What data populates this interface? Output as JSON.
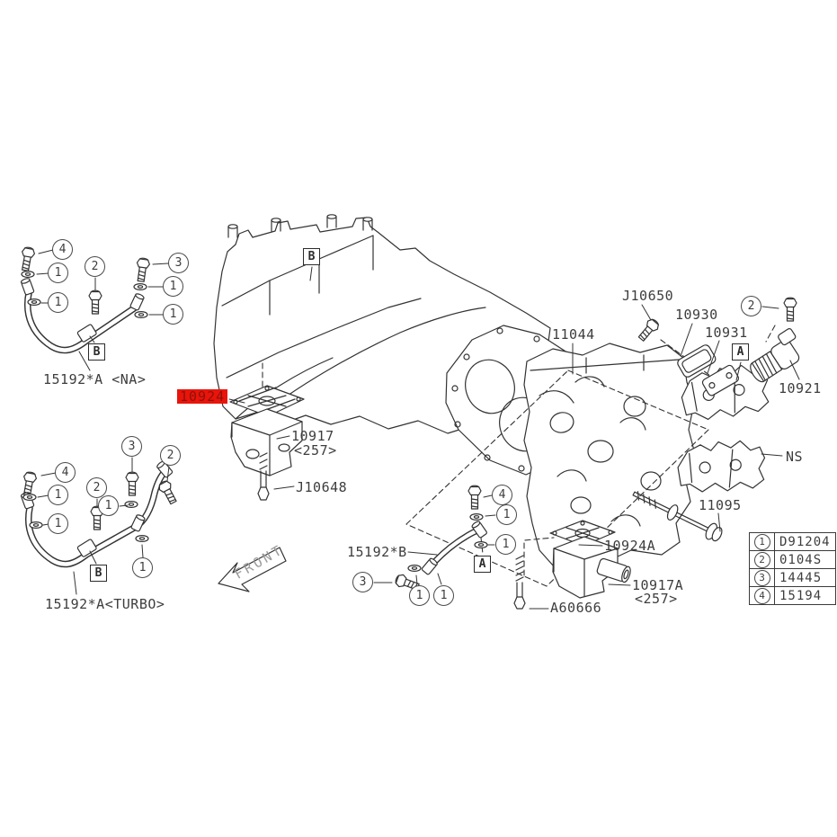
{
  "colors": {
    "line": "#333333",
    "label_text": "#3d3d3d",
    "highlight_bg": "#e9140b",
    "highlight_text": "#8c1309"
  },
  "parts": {
    "p15192a_na": "15192*A <NA>",
    "p15192a_turbo": "15192*A<TURBO>",
    "p10924": "10924",
    "p10917": "10917",
    "p10917_sub": "<257>",
    "pj10648": "J10648",
    "p11044": "11044",
    "pj10650": "J10650",
    "p10930": "10930",
    "p10931": "10931",
    "p10921": "10921",
    "pns": "NS",
    "p11095": "11095",
    "p15192b": "15192*B",
    "p10924a": "10924A",
    "p10917a": "10917A",
    "p10917a_sub": "<257>",
    "pa60666": "A60666"
  },
  "markers": {
    "front": "FRONT",
    "box_a": "A",
    "box_b": "B"
  },
  "callouts": [
    "4",
    "1",
    "1",
    "2",
    "3",
    "1",
    "1",
    "3",
    "2",
    "4",
    "2",
    "1",
    "1",
    "1",
    "1",
    "4",
    "1",
    "1",
    "3",
    "1",
    "1",
    "2"
  ],
  "legend": {
    "rows": [
      {
        "num": "1",
        "code": "D91204"
      },
      {
        "num": "2",
        "code": "0104S"
      },
      {
        "num": "3",
        "code": "14445"
      },
      {
        "num": "4",
        "code": "15194"
      }
    ]
  }
}
